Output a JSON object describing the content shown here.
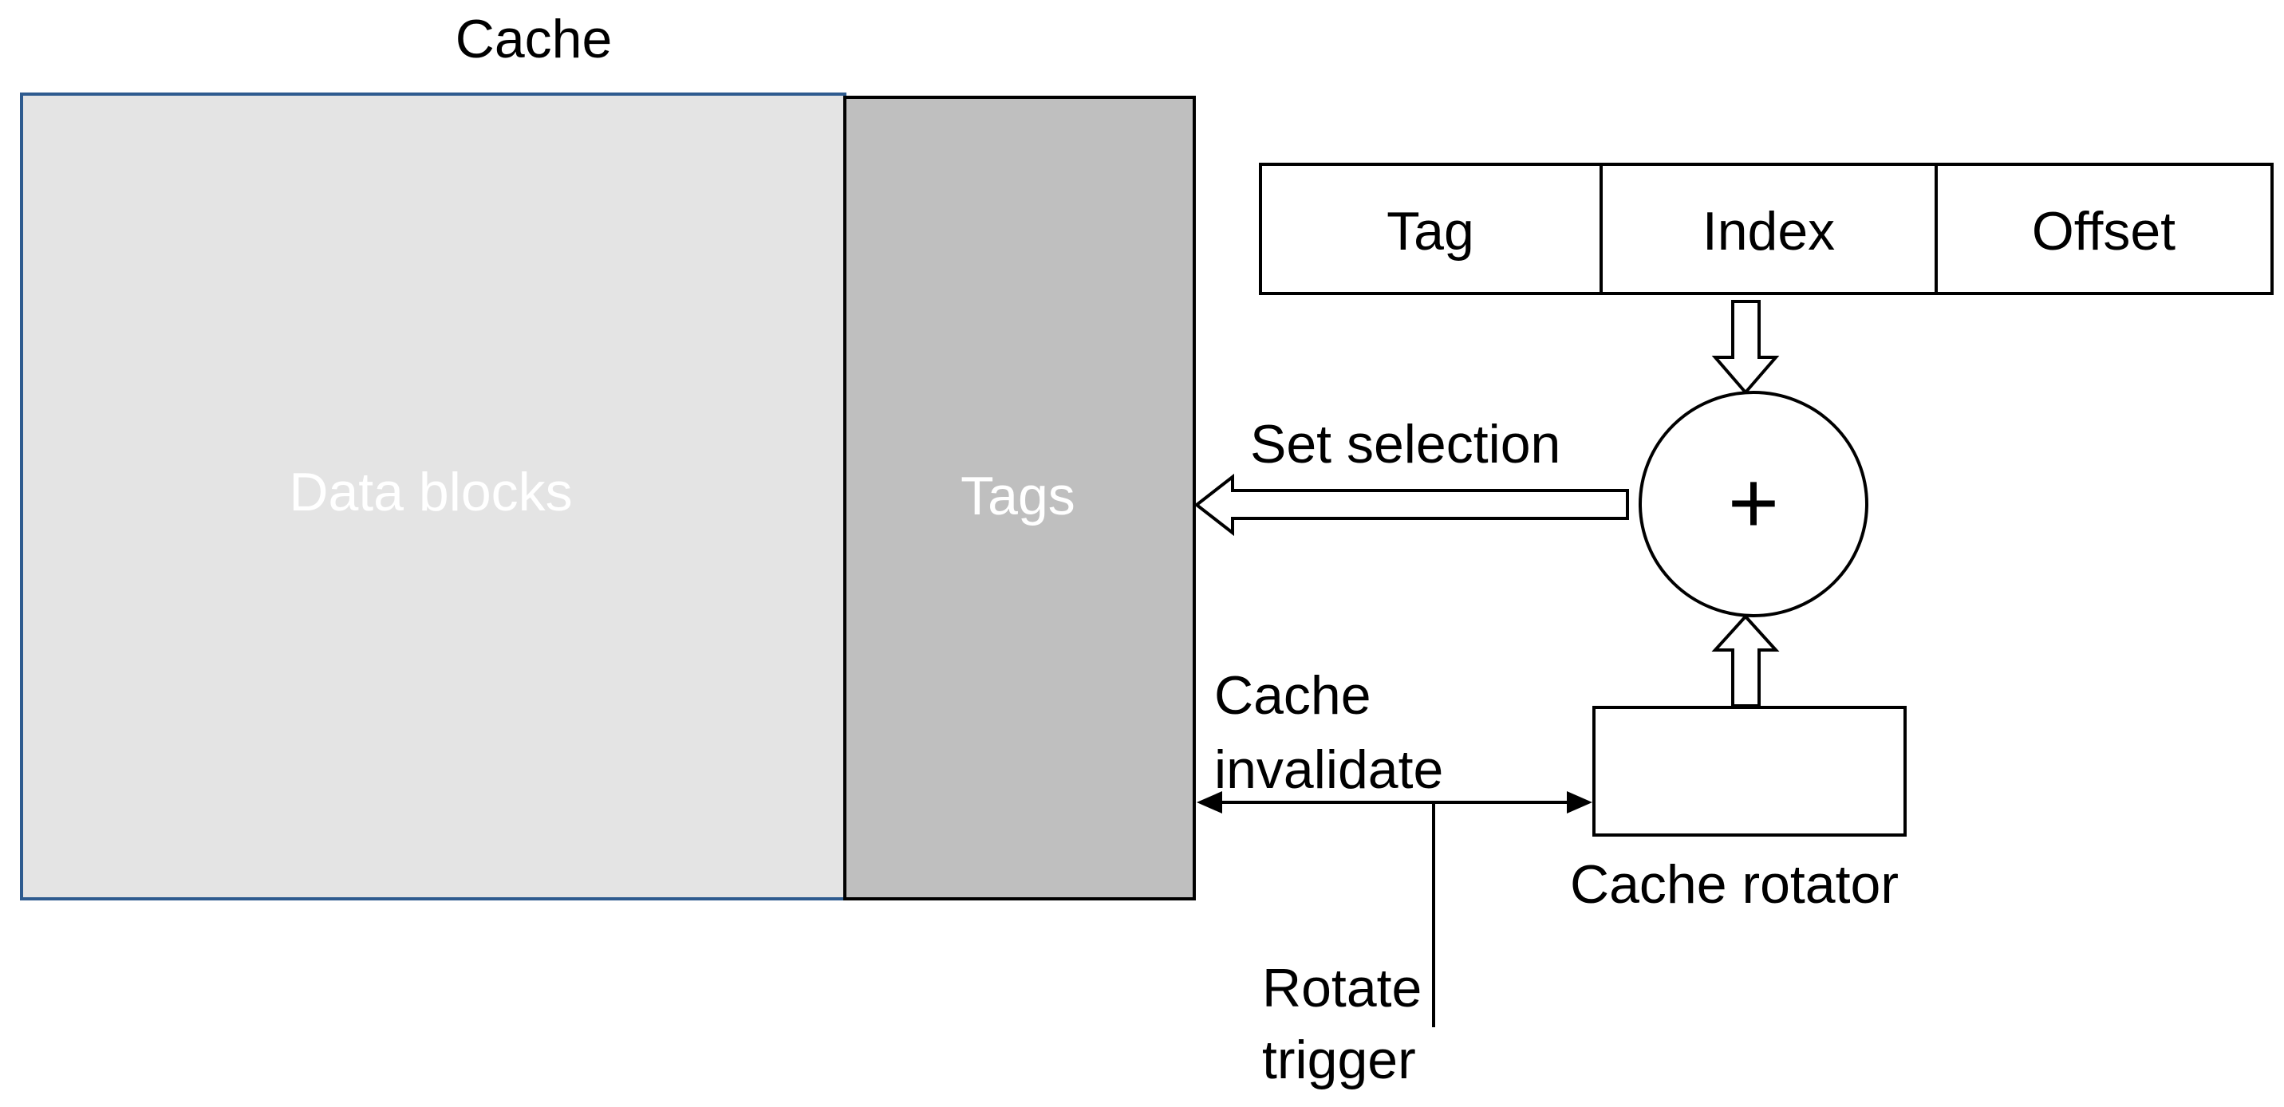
{
  "cache": {
    "title": "Cache",
    "data_blocks_label": "Data blocks",
    "tags_label": "Tags"
  },
  "address": {
    "fields": [
      "Tag",
      "Index",
      "Offset"
    ]
  },
  "adder": {
    "symbol": "+"
  },
  "set_selection_label": "Set selection",
  "cache_invalidate_label": [
    "Cache",
    "invalidate"
  ],
  "rotator_label": "Cache rotator",
  "rotate_trigger_label": [
    "Rotate",
    "trigger"
  ],
  "colors": {
    "data_blocks_fill": "#e4e4e4",
    "data_blocks_border": "#2e5b8f",
    "tags_fill": "#bfbfbf",
    "stroke": "#000000",
    "inner_label": "#ffffff"
  }
}
